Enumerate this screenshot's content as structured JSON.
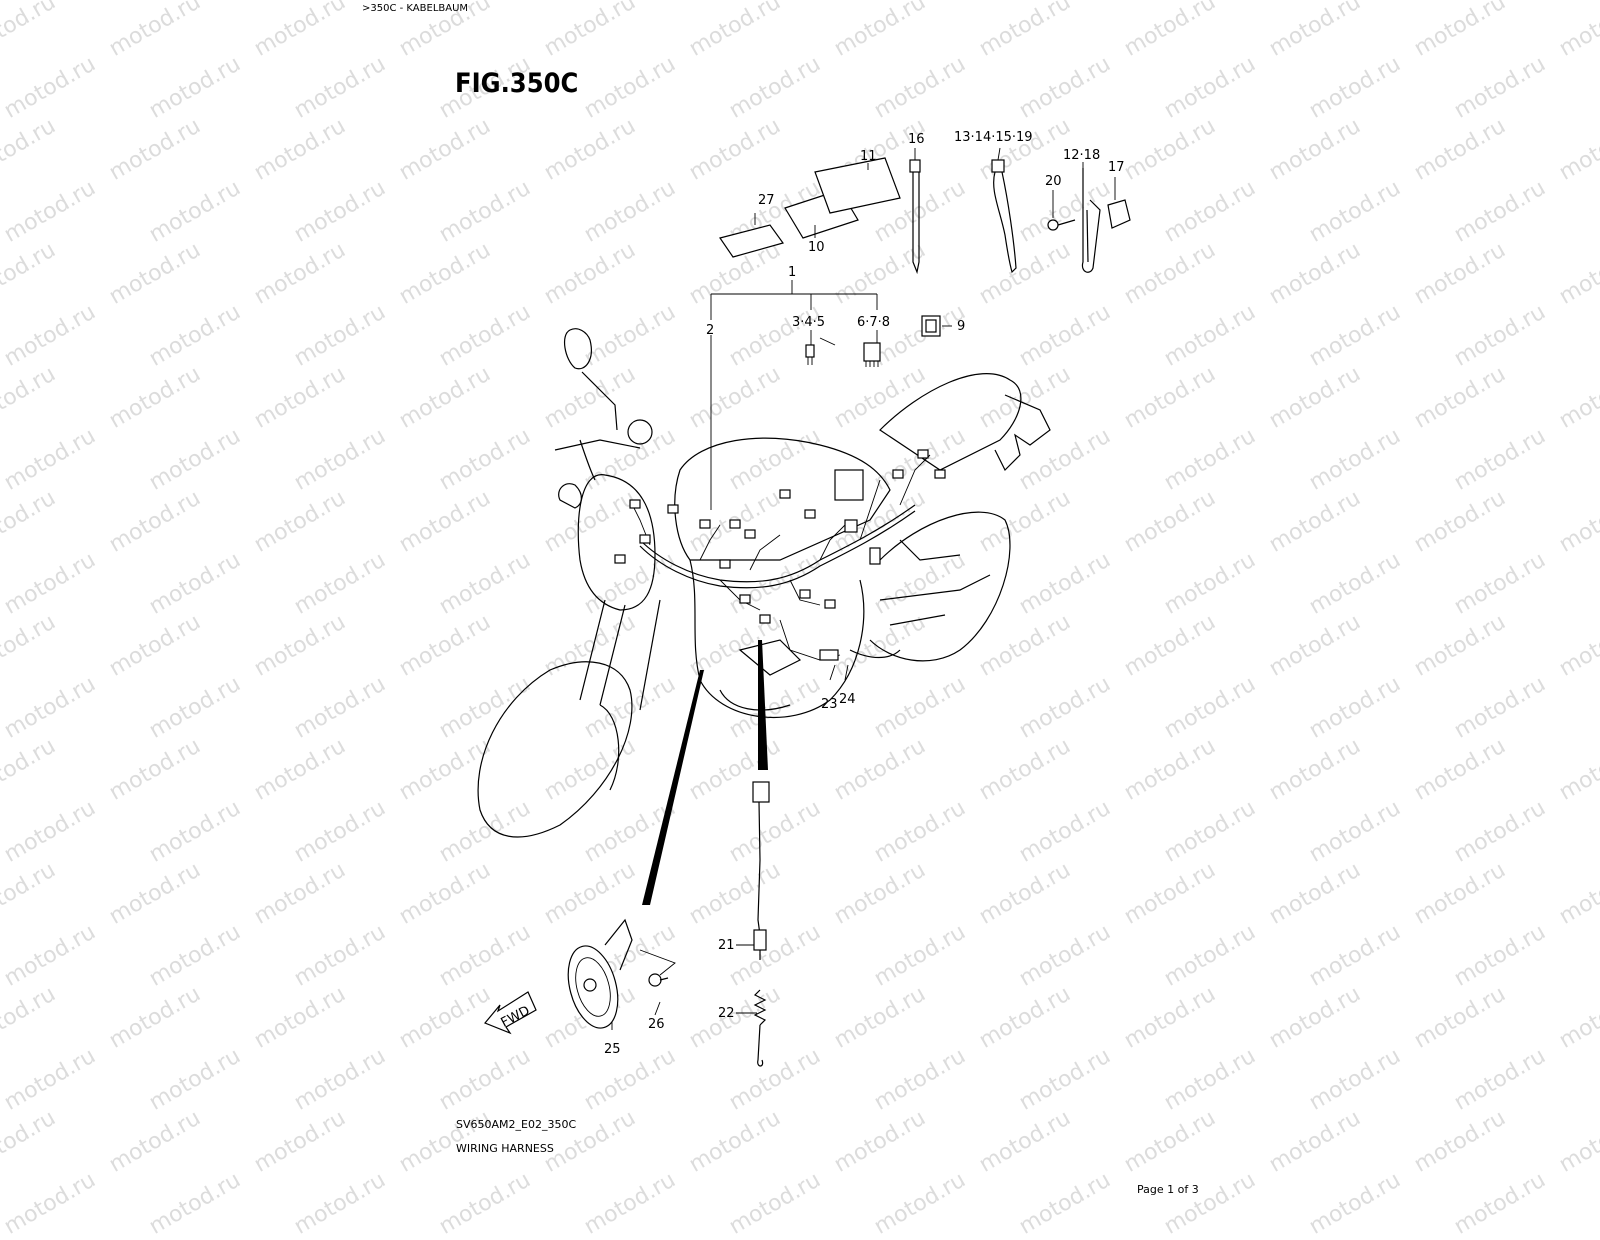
{
  "breadcrumb": ">350C - KABELBAUM",
  "figure_title": "FIG.350C",
  "drawing_code": "SV650AM2_E02_350C",
  "caption": "WIRING HARNESS",
  "page_info": "Page 1 of 3",
  "watermark_text": "motod.ru",
  "fwd_label": "FWD",
  "callouts": {
    "c1": "1",
    "c2": "2",
    "c345": "3·4·5",
    "c678": "6·7·8",
    "c9": "9",
    "c10": "10",
    "c11": "11",
    "c12_18": "12·18",
    "c13_19": "13·14·15·19",
    "c16": "16",
    "c17": "17",
    "c20": "20",
    "c21": "21",
    "c22": "22",
    "c23": "23",
    "c24": "24",
    "c25": "25",
    "c26": "26",
    "c27": "27"
  }
}
